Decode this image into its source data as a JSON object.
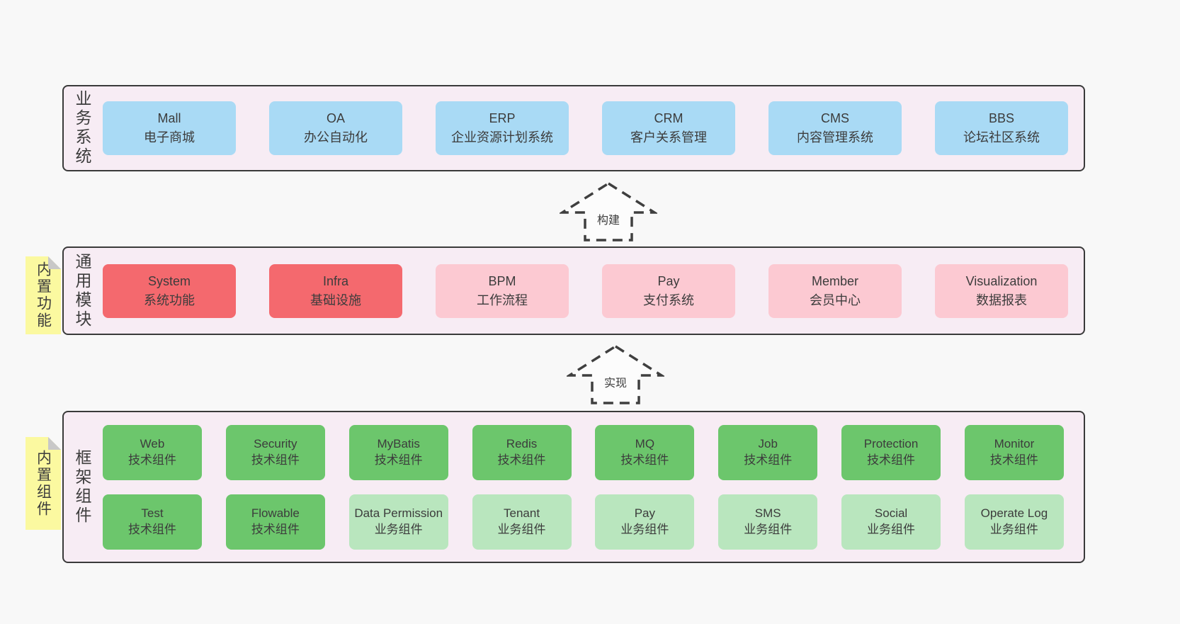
{
  "colors": {
    "page-bg": "#f8f8f8",
    "band-bg": "#f7ecf4",
    "band-border": "#3a3a3a",
    "text": "#3c3c3c",
    "blue": "#a9daf5",
    "red": "#f4696e",
    "pink": "#fcc9d2",
    "green": "#6cc66c",
    "green-light": "#b9e6be",
    "sticky": "#fbf9a0",
    "fold": "#c8c8c8",
    "arrow": "#3f3f3f",
    "arrow-fill": "#fcfcfc"
  },
  "layers": {
    "business": {
      "side_label": "业务系统",
      "boxes": [
        {
          "en": "Mall",
          "cn": "电子商城"
        },
        {
          "en": "OA",
          "cn": "办公自动化"
        },
        {
          "en": "ERP",
          "cn": "企业资源计划系统"
        },
        {
          "en": "CRM",
          "cn": "客户关系管理"
        },
        {
          "en": "CMS",
          "cn": "内容管理系统"
        },
        {
          "en": "BBS",
          "cn": "论坛社区系统"
        }
      ]
    },
    "modules": {
      "side_label": "通用模块",
      "sticky_label": "内置功能",
      "boxes": [
        {
          "en": "System",
          "cn": "系统功能"
        },
        {
          "en": "Infra",
          "cn": "基础设施"
        },
        {
          "en": "BPM",
          "cn": "工作流程"
        },
        {
          "en": "Pay",
          "cn": "支付系统"
        },
        {
          "en": "Member",
          "cn": "会员中心"
        },
        {
          "en": "Visualization",
          "cn": "数据报表"
        }
      ]
    },
    "components": {
      "side_label": "框架组件",
      "sticky_label": "内置组件",
      "row1": [
        {
          "en": "Web",
          "cn": "技术组件"
        },
        {
          "en": "Security",
          "cn": "技术组件"
        },
        {
          "en": "MyBatis",
          "cn": "技术组件"
        },
        {
          "en": "Redis",
          "cn": "技术组件"
        },
        {
          "en": "MQ",
          "cn": "技术组件"
        },
        {
          "en": "Job",
          "cn": "技术组件"
        },
        {
          "en": "Protection",
          "cn": "技术组件"
        },
        {
          "en": "Monitor",
          "cn": "技术组件"
        }
      ],
      "row2": [
        {
          "en": "Test",
          "cn": "技术组件"
        },
        {
          "en": "Flowable",
          "cn": "技术组件"
        },
        {
          "en": "Data Permission",
          "cn": "业务组件"
        },
        {
          "en": "Tenant",
          "cn": "业务组件"
        },
        {
          "en": "Pay",
          "cn": "业务组件"
        },
        {
          "en": "SMS",
          "cn": "业务组件"
        },
        {
          "en": "Social",
          "cn": "业务组件"
        },
        {
          "en": "Operate Log",
          "cn": "业务组件"
        }
      ]
    }
  },
  "arrows": [
    {
      "label": "构建"
    },
    {
      "label": "实现"
    }
  ]
}
